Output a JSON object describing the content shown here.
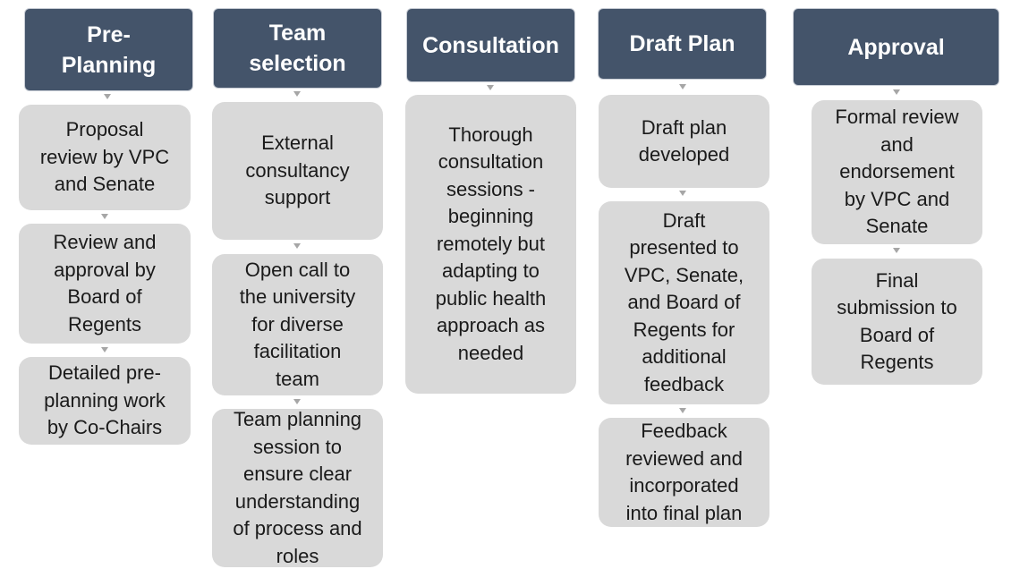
{
  "columns": [
    {
      "header": "Pre-\nPlanning",
      "items": [
        "Proposal\nreview by VPC\nand  Senate",
        "Review and\napproval by\nBoard of\nRegents",
        "Detailed pre-\nplanning work\nby Co-Chairs"
      ]
    },
    {
      "header": "Team\nselection",
      "items": [
        "External\nconsultancy\nsupport",
        "Open call to\nthe university\nfor diverse\nfacilitation\nteam",
        "Team planning\nsession to\nensure clear\nunderstanding\nof process and\nroles"
      ]
    },
    {
      "header": "Consultation",
      "items": [
        "Thorough\nconsultation\nsessions -\nbeginning\nremotely but\nadapting to\npublic health\napproach as\nneeded"
      ]
    },
    {
      "header": "Draft Plan",
      "items": [
        "Draft plan\ndeveloped",
        "Draft\npresented to\nVPC, Senate,\nand Board of\nRegents for\nadditional\nfeedback",
        "Feedback\nreviewed and\nincorporated\ninto final plan"
      ]
    },
    {
      "header": "Approval",
      "items": [
        "Formal review\nand\nendorsement\nby VPC and\nSenate",
        "Final\nsubmission to\nBoard of\nRegents"
      ]
    }
  ],
  "colors": {
    "header_fill": "#44546a",
    "box_fill": "#d9d9d9",
    "arrow": "#a6a6a6"
  }
}
